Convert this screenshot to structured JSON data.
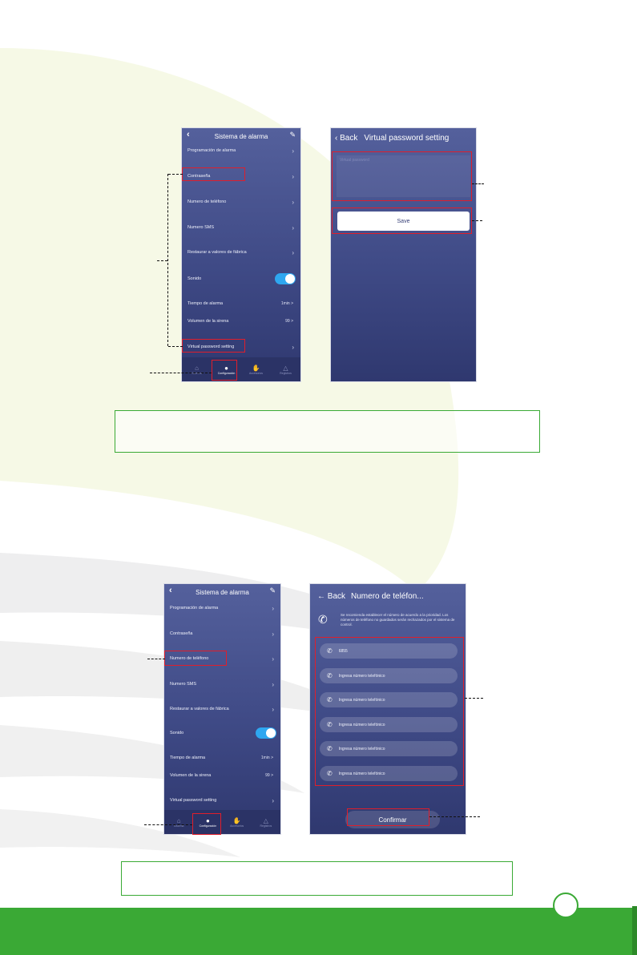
{
  "screen1": {
    "title": "Sistema de alarma",
    "items": [
      {
        "label": "Programación de alarma",
        "sub": "............................................"
      },
      {
        "label": "Contraseña"
      },
      {
        "label": "Numero de teléfono"
      },
      {
        "label": "Numero SMS"
      },
      {
        "label": "Restaurar a valores de fábrica"
      },
      {
        "label": "Sonido"
      },
      {
        "label": "Tiempo de alarma",
        "value": "1min >"
      },
      {
        "label": "Volumen de la sirena",
        "value": "99 >"
      },
      {
        "label": "Virtual password setting"
      }
    ],
    "tabs": [
      {
        "label": "Sistema",
        "icon": "home-icon"
      },
      {
        "label": "Configuración",
        "icon": "gear-icon"
      },
      {
        "label": "Accesorios",
        "icon": "thumb-icon"
      },
      {
        "label": "Registros",
        "icon": "warning-icon"
      }
    ]
  },
  "screen2": {
    "back": "Back",
    "title": "Virtual password setting",
    "placeholder": "Virtual password",
    "save": "Save"
  },
  "screen3": {
    "back": "Back",
    "title": "Numero de teléfon...",
    "note": "Se recomienda establecer el número de acuerdo a la prioridad. Los números de teléfono no guardados serán rechazados por el sistema de control.",
    "phones": [
      "6855",
      "Ingresa número telefónico",
      "Ingresa número telefónico",
      "Ingresa número telefónico",
      "Ingresa número telefónico",
      "Ingresa número telefónico"
    ],
    "confirm": "Confirmar"
  },
  "colors": {
    "brand_green": "#3aa935",
    "highlight_red": "#e01e2b",
    "phone_bg": "#3f4a86",
    "toggle_blue": "#2ea7f0"
  }
}
